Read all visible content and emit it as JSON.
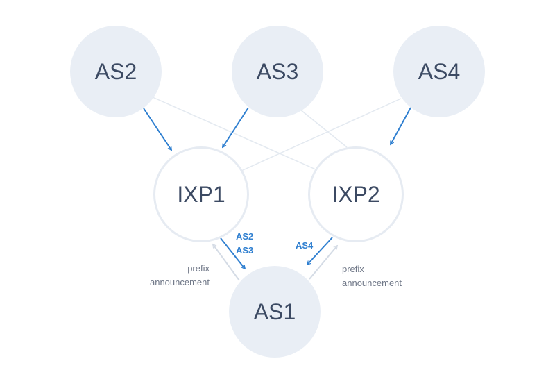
{
  "nodes": {
    "as2": "AS2",
    "as3": "AS3",
    "as4": "AS4",
    "ixp1": "IXP1",
    "ixp2": "IXP2",
    "as1": "AS1"
  },
  "labels": {
    "ixp1_routes": [
      "AS2",
      "AS3"
    ],
    "ixp2_routes": [
      "AS4"
    ],
    "prefix_left": [
      "prefix",
      "announcement"
    ],
    "prefix_right": [
      "prefix",
      "announcement"
    ]
  },
  "colors": {
    "as_fill": "#e9eef5",
    "ixp_border": "#e6ebf2",
    "text": "#3c4a63",
    "route_arrow": "#2f7fd0",
    "announce_arrow": "#d4dbe5",
    "link": "#e3e9f0"
  }
}
